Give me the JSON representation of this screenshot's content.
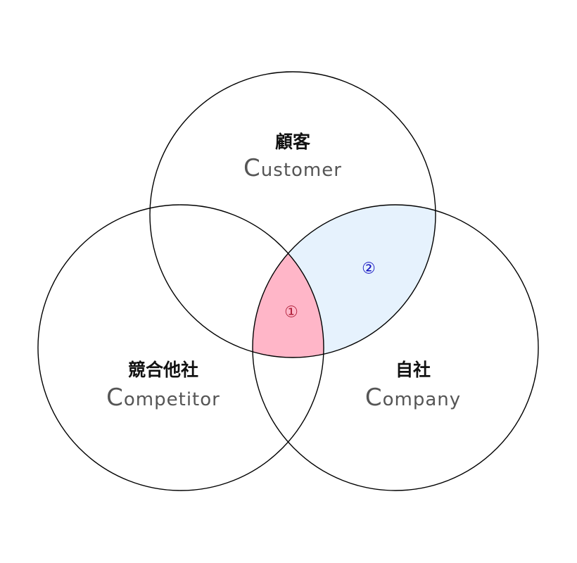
{
  "colors": {
    "outline": "#000000",
    "region_1_fill": "#ffb6c8",
    "region_1_text": "#b0203a",
    "region_2_fill": "#e6f2fd",
    "region_2_text": "#1010c0"
  },
  "circles": {
    "customer": {
      "jp": "顧客",
      "en_initial": "C",
      "en_rest": "ustomer"
    },
    "competitor": {
      "jp": "競合他社",
      "en_initial": "C",
      "en_rest": "ompetitor"
    },
    "company": {
      "jp": "自社",
      "en_initial": "C",
      "en_rest": "ompany"
    }
  },
  "regions": {
    "region_1": {
      "label": "①",
      "overlap": "customer-competitor-company"
    },
    "region_2": {
      "label": "②",
      "overlap": "customer-company"
    }
  }
}
